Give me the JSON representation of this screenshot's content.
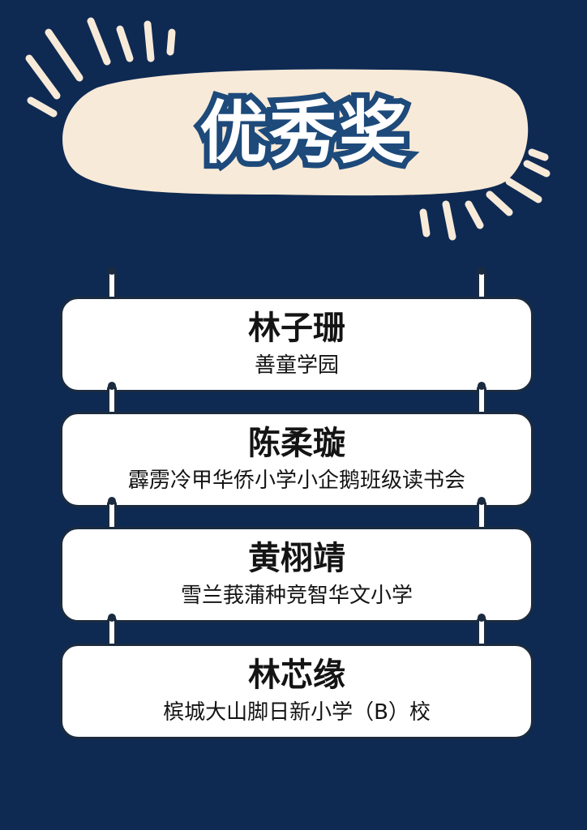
{
  "title": "优秀奖",
  "awardees": [
    {
      "name": "林子珊",
      "school": "善童学园"
    },
    {
      "name": "陈柔璇",
      "school": "霹雳冷甲华侨小学小企鹅班级读书会"
    },
    {
      "name": "黄栩靖",
      "school": "雪兰莪蒲种竞智华文小学"
    },
    {
      "name": "林芯缘",
      "school": "槟城大山脚日新小学（B）校"
    }
  ],
  "colors": {
    "background": "#0e2a52",
    "title_blob": "#f8ead9",
    "title_outline": "#1d4a7a",
    "card_fill": "#ffffff",
    "card_border": "#1b2b3f"
  }
}
